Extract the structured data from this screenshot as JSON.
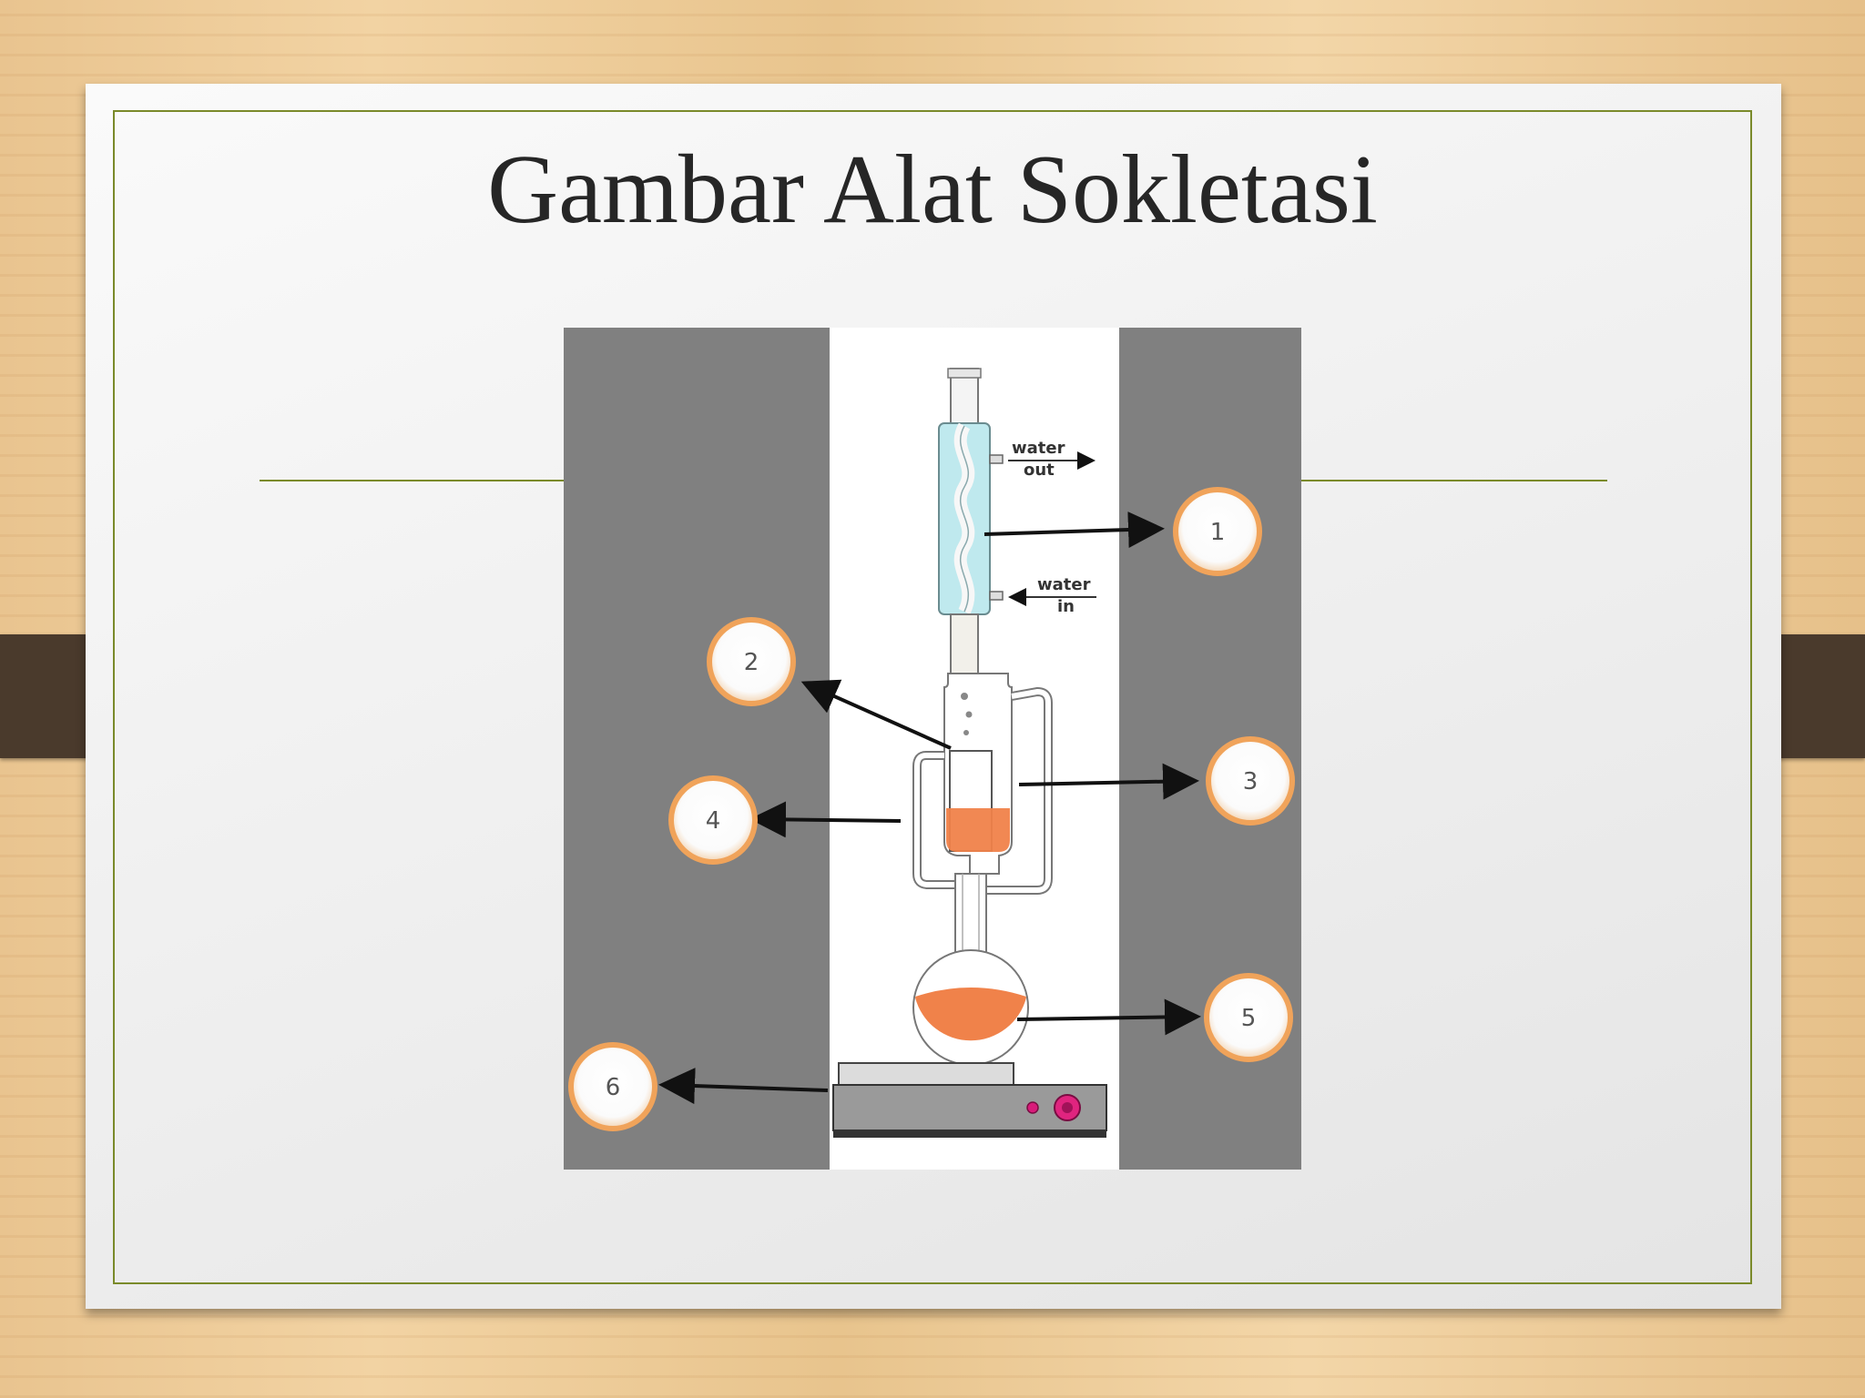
{
  "slide": {
    "title": "Gambar Alat Sokletasi"
  },
  "diagram": {
    "water_out_label": [
      "water",
      "out"
    ],
    "water_in_label": [
      "water",
      "in"
    ],
    "callouts": [
      "1",
      "2",
      "3",
      "4",
      "5",
      "6"
    ],
    "colors": {
      "panel_gray": "#808080",
      "condenser_cyan": "#bfe9ee",
      "solvent_orange": "#f0824a",
      "callout_ring": "#f0a35a",
      "frame_green": "#7a8a2a"
    }
  }
}
